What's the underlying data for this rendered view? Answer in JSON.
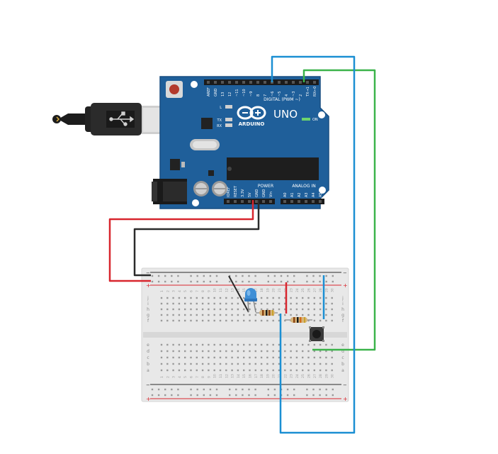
{
  "arduino": {
    "brand": "ARDUINO",
    "model": "UNO",
    "digital_label": "DIGITAL (PWM ~)",
    "power_label": "POWER",
    "analog_label": "ANALOG IN",
    "on_label": "ON",
    "led_l": "L",
    "led_tx": "TX",
    "led_rx": "RX",
    "digital_pins": [
      "AREF",
      "GND",
      "13",
      "12",
      "~11",
      "~10",
      "~9",
      "8",
      "7",
      "~6",
      "~5",
      "4",
      "~3",
      "2",
      "TX→1",
      "RX←0"
    ],
    "power_pins": [
      "IOREF",
      "RESET",
      "3.3V",
      "5V",
      "GND",
      "GND",
      "Vin"
    ],
    "analog_pins": [
      "A0",
      "A1",
      "A2",
      "A3",
      "A4",
      "A5"
    ]
  },
  "breadboard": {
    "row_letters_top": [
      "j",
      "i",
      "h",
      "g",
      "f"
    ],
    "row_letters_bottom": [
      "e",
      "d",
      "c",
      "b",
      "a"
    ],
    "rail_minus": "−",
    "rail_plus": "+",
    "column_count": 30
  },
  "colors": {
    "board": "#1f5f9a",
    "wire_red": "#d8262e",
    "wire_black": "#2b2b2b",
    "wire_blue": "#1b8fd3",
    "wire_green": "#3bb34a",
    "led": "#3f8fd6"
  }
}
